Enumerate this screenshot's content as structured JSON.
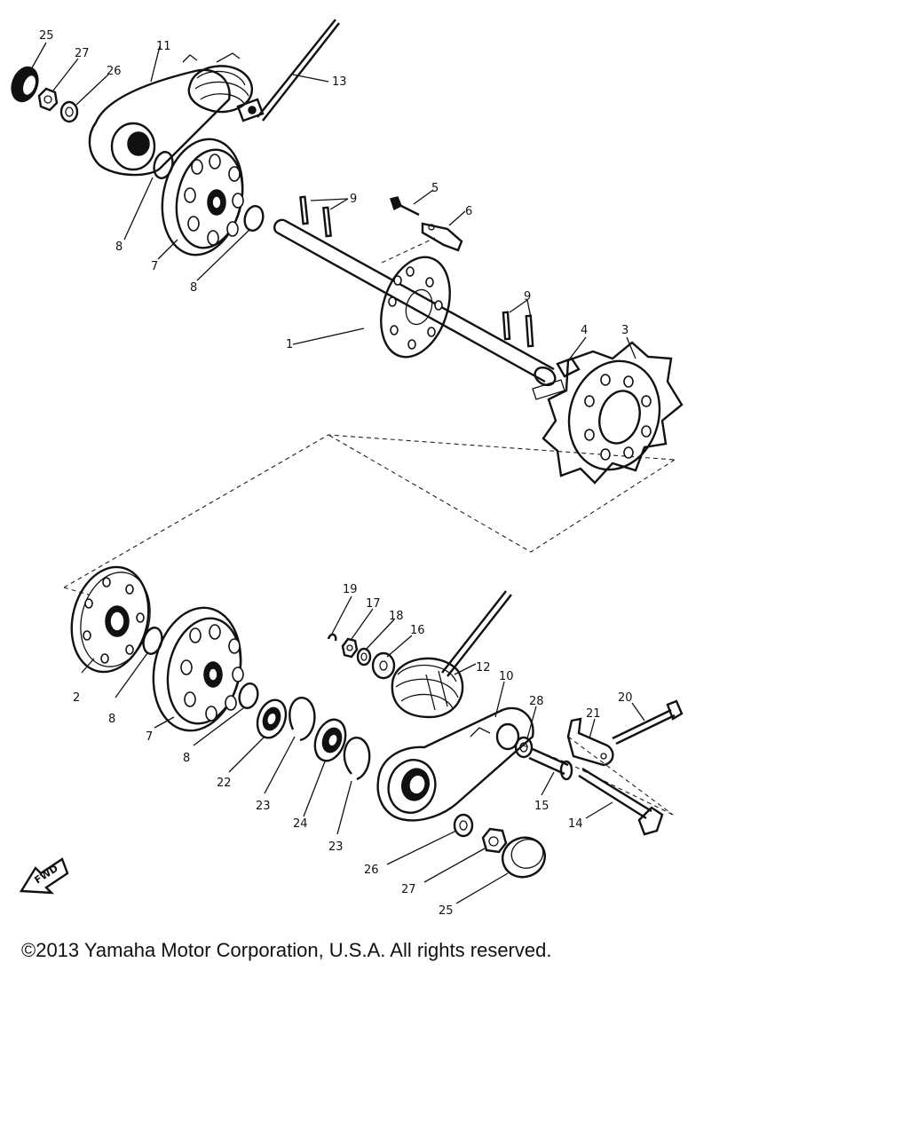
{
  "footer": {
    "copyright": "©2013 Yamaha Motor Corporation, U.S.A. All rights reserved."
  },
  "indicator": {
    "fwd": "FWD"
  },
  "callouts": [
    {
      "id": "c25a",
      "text": "25"
    },
    {
      "id": "c27a",
      "text": "27"
    },
    {
      "id": "c11",
      "text": "11"
    },
    {
      "id": "c26a",
      "text": "26"
    },
    {
      "id": "c13",
      "text": "13"
    },
    {
      "id": "c8a",
      "text": "8"
    },
    {
      "id": "c7a",
      "text": "7"
    },
    {
      "id": "c8b",
      "text": "8"
    },
    {
      "id": "c9a",
      "text": "9"
    },
    {
      "id": "c5",
      "text": "5"
    },
    {
      "id": "c6",
      "text": "6"
    },
    {
      "id": "c1",
      "text": "1"
    },
    {
      "id": "c9b",
      "text": "9"
    },
    {
      "id": "c4",
      "text": "4"
    },
    {
      "id": "c3",
      "text": "3"
    },
    {
      "id": "c19",
      "text": "19"
    },
    {
      "id": "c17",
      "text": "17"
    },
    {
      "id": "c18",
      "text": "18"
    },
    {
      "id": "c16",
      "text": "16"
    },
    {
      "id": "c12",
      "text": "12"
    },
    {
      "id": "c10",
      "text": "10"
    },
    {
      "id": "c28",
      "text": "28"
    },
    {
      "id": "c20",
      "text": "20"
    },
    {
      "id": "c21",
      "text": "21"
    },
    {
      "id": "c2",
      "text": "2"
    },
    {
      "id": "c8c",
      "text": "8"
    },
    {
      "id": "c7b",
      "text": "7"
    },
    {
      "id": "c8d",
      "text": "8"
    },
    {
      "id": "c22",
      "text": "22"
    },
    {
      "id": "c23a",
      "text": "23"
    },
    {
      "id": "c24",
      "text": "24"
    },
    {
      "id": "c23b",
      "text": "23"
    },
    {
      "id": "c15",
      "text": "15"
    },
    {
      "id": "c14",
      "text": "14"
    },
    {
      "id": "c26b",
      "text": "26"
    },
    {
      "id": "c27b",
      "text": "27"
    },
    {
      "id": "c25b",
      "text": "25"
    }
  ]
}
